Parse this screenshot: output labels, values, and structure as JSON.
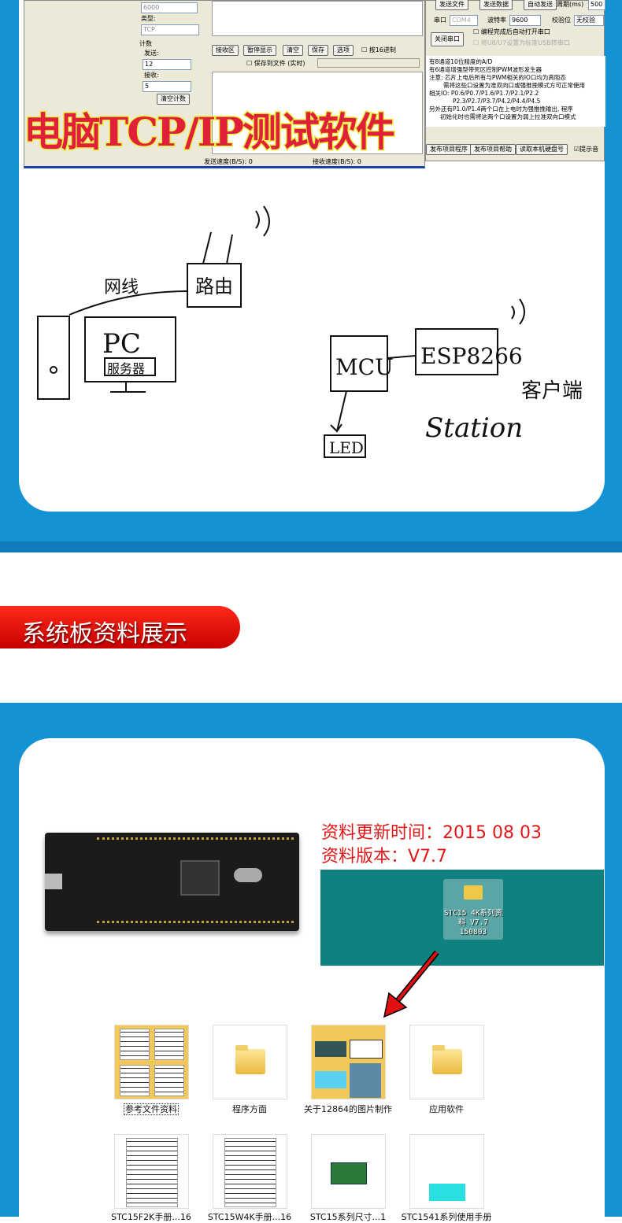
{
  "software": {
    "port_value": "6000",
    "type_label": "类型:",
    "type_value": "TCP",
    "count_label": "计数",
    "send_label": "发送:",
    "send_value": "12",
    "recv_label": "接收:",
    "recv_value": "5",
    "clear_button": "清空计数",
    "recv_area_button": "接收区",
    "pause_button": "暂停显示",
    "clear_button2": "清空",
    "save_button": "保存",
    "options_button": "选项",
    "hex_checkbox": "按16进制",
    "save_file_checkbox": "保存到文件 (实时)",
    "send_speed": "发送速度(B/S): 0",
    "recv_speed": "接收速度(B/S): 0",
    "title_overlay": "电脑TCP/IP测试软件"
  },
  "isp": {
    "send_file": "发送文件",
    "send_data": "发送数据",
    "auto_send": "自动发送",
    "period_label": "周期(ms)",
    "period_value": "500",
    "port_label": "串口",
    "port_value": "COM4",
    "baud_label": "波特率",
    "baud_value": "9600",
    "parity_label": "校验位",
    "parity_value": "无校验",
    "close_port": "关闭串口",
    "auto_open": "编程完成后自动打开串口",
    "usb_option": "将U8/U7设置为标准USB转串口",
    "info_lines": [
      "有8通道10位精度的A/D",
      "有6通道增强型带死区控制PWM波形发生器",
      "注意: 芯片上电后所有与PWM相关的IO口均为高阻态",
      "需将这些口设置为准双向口或强推挽模式方可正常使用",
      "相关IO: P0.6/P0.7/P1.6/P1.7/P2.1/P2.2",
      "P2.3/P2.7/P3.7/P4.2/P4.4/P4.5",
      "另外还有P1.0/P1.4两个口在上电时为强推挽输出, 程序",
      "初始化时也需将这两个口设置为弱上拉准双向口模式"
    ],
    "publish_program": "发布项目程序",
    "publish_help": "发布项目帮助",
    "read_disk": "读取本机硬盘号",
    "beep": "提示音"
  },
  "diagram": {
    "cable": "网线",
    "router": "路由",
    "pc": "PC",
    "server": "服务器",
    "mcu": "MCU",
    "esp": "ESP8266",
    "led": "LED",
    "client": "客户端",
    "station": "Station"
  },
  "section_banner": "系统板资料展示",
  "resources": {
    "update_time": "资料更新时间：2015 08 03",
    "version": "资料版本：V7.7",
    "desktop_folder": "STC15 4K系列资料 V7.7 150803",
    "row1": [
      "参考文件资料",
      "程序方面",
      "关于12864的图片制作",
      "应用软件"
    ],
    "row2": [
      "STC15F2K手册...16",
      "STC15W4K手册...16",
      "STC15系列尺寸...1",
      "STC1541系列使用手册"
    ]
  }
}
